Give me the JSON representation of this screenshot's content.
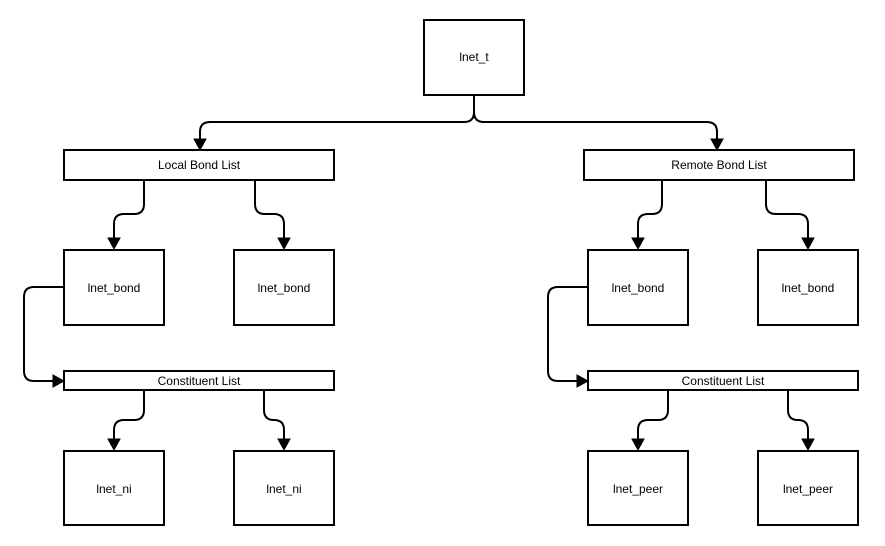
{
  "colors": {
    "stroke": "#000000",
    "fill": "#ffffff",
    "text": "#000000"
  },
  "nodes": {
    "root": "lnet_t",
    "local_list": "Local Bond List",
    "remote_list": "Remote Bond List",
    "local_bond_1": "lnet_bond",
    "local_bond_2": "lnet_bond",
    "remote_bond_1": "lnet_bond",
    "remote_bond_2": "lnet_bond",
    "local_constituent_list": "Constituent List",
    "remote_constituent_list": "Constituent List",
    "local_ni_1": "lnet_ni",
    "local_ni_2": "lnet_ni",
    "remote_peer_1": "lnet_peer",
    "remote_peer_2": "lnet_peer"
  },
  "edges": [
    [
      "root",
      "local_list"
    ],
    [
      "root",
      "remote_list"
    ],
    [
      "local_list",
      "local_bond_1"
    ],
    [
      "local_list",
      "local_bond_2"
    ],
    [
      "remote_list",
      "remote_bond_1"
    ],
    [
      "remote_list",
      "remote_bond_2"
    ],
    [
      "local_bond_1",
      "local_constituent_list"
    ],
    [
      "remote_bond_1",
      "remote_constituent_list"
    ],
    [
      "local_constituent_list",
      "local_ni_1"
    ],
    [
      "local_constituent_list",
      "local_ni_2"
    ],
    [
      "remote_constituent_list",
      "remote_peer_1"
    ],
    [
      "remote_constituent_list",
      "remote_peer_2"
    ]
  ]
}
